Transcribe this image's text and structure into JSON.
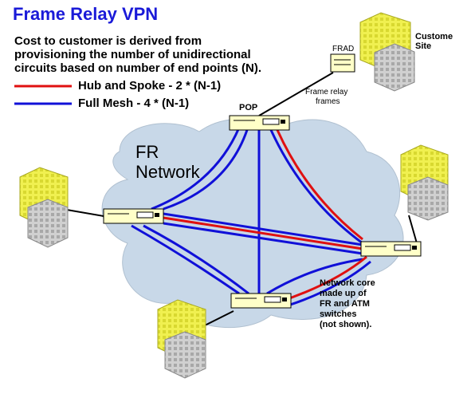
{
  "title": "Frame Relay VPN",
  "description_lines": [
    "Cost to customer is derived from",
    "provisioning the number of unidirectional",
    "circuits based on number of end points (N)."
  ],
  "legend": [
    {
      "label": "Hub and Spoke -  2 * (N-1)",
      "color": "#e01010"
    },
    {
      "label": "Full Mesh - 4 * (N-1)",
      "color": "#1010d8"
    }
  ],
  "cloud_label_lines": [
    "FR",
    "Network"
  ],
  "labels": {
    "pop": "POP",
    "frad": "FRAD",
    "customer_site": [
      "Custome",
      "Site"
    ],
    "frame_relay_frames": [
      "Frame relay",
      "frames"
    ],
    "network_core": [
      "Network core",
      "made up of",
      "FR and ATM",
      "switches",
      "(not shown)."
    ]
  },
  "colors": {
    "cloud_fill": "#c8d8e8",
    "building": "#f0f050",
    "building_shadow": "#c0c0c0",
    "switch_fill": "#ffffc8"
  }
}
